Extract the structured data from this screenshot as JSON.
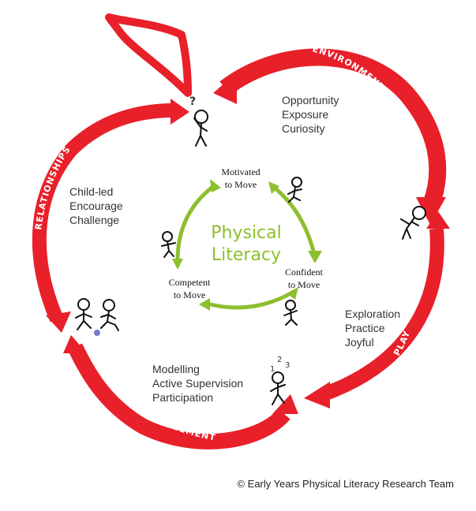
{
  "colors": {
    "red": "#e8202a",
    "green": "#8dbf2e",
    "text": "#333333"
  },
  "outer_labels": {
    "environment": "ENVIRONMENT",
    "relationships": "RELATIONSHIPS",
    "play": "PLAY",
    "engagement": "ENGAGEMENT"
  },
  "blocks": {
    "top_right": [
      "Opportunity",
      "Exposure",
      "Curiosity"
    ],
    "left": [
      "Child-led",
      "Encourage",
      "Challenge"
    ],
    "right": [
      "Exploration",
      "Practice",
      "Joyful"
    ],
    "bottom": [
      "Modelling",
      "Active Supervision",
      "Participation"
    ]
  },
  "center": {
    "title_line1": "Physical",
    "title_line2": "Literacy",
    "motivated": [
      "Motivated",
      "to Move"
    ],
    "confident": [
      "Confident",
      "to Move"
    ],
    "competent": [
      "Competent",
      "to Move"
    ]
  },
  "figure_marks": {
    "question": "?",
    "count_1": "1",
    "count_2": "2",
    "count_3": "3"
  },
  "credit": "© Early Years Physical Literacy Research Team"
}
